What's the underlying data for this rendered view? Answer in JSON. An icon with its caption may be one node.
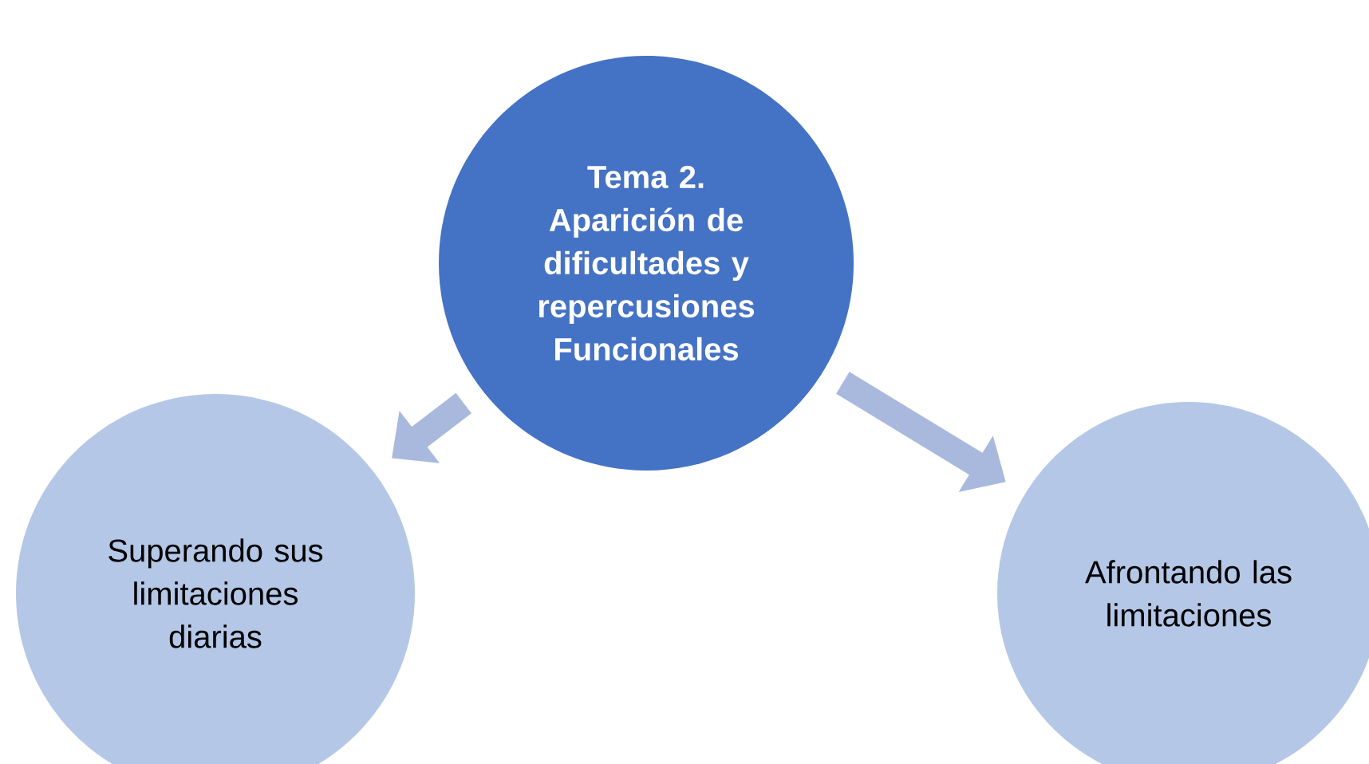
{
  "diagram": {
    "nodes": [
      {
        "text": [
          "Tema 2. Aparición de dificultades y repercusiones Funcionales"
        ]
      },
      {
        "text": [
          "Superando sus limitaciones diarias"
        ]
      },
      {
        "text": [
          "Afrontando las limitaciones"
        ]
      }
    ],
    "edges": [
      {
        "from": 0,
        "to": 1,
        "arrow": "to"
      },
      {
        "from": 0,
        "to": 2,
        "arrow": "to"
      }
    ]
  }
}
